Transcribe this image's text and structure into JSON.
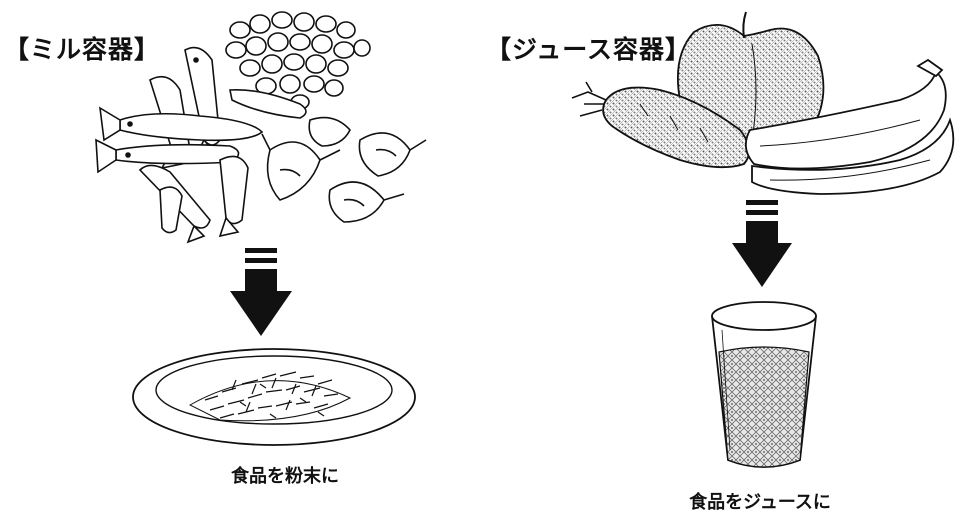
{
  "mill": {
    "heading": "【ミル容器】",
    "caption": "食品を粉末に"
  },
  "juice": {
    "heading": "【ジュース容器】",
    "caption": "食品をジュースに"
  },
  "colors": {
    "ink": "#111111",
    "paper": "#ffffff",
    "shade": "#9a9a9a"
  }
}
